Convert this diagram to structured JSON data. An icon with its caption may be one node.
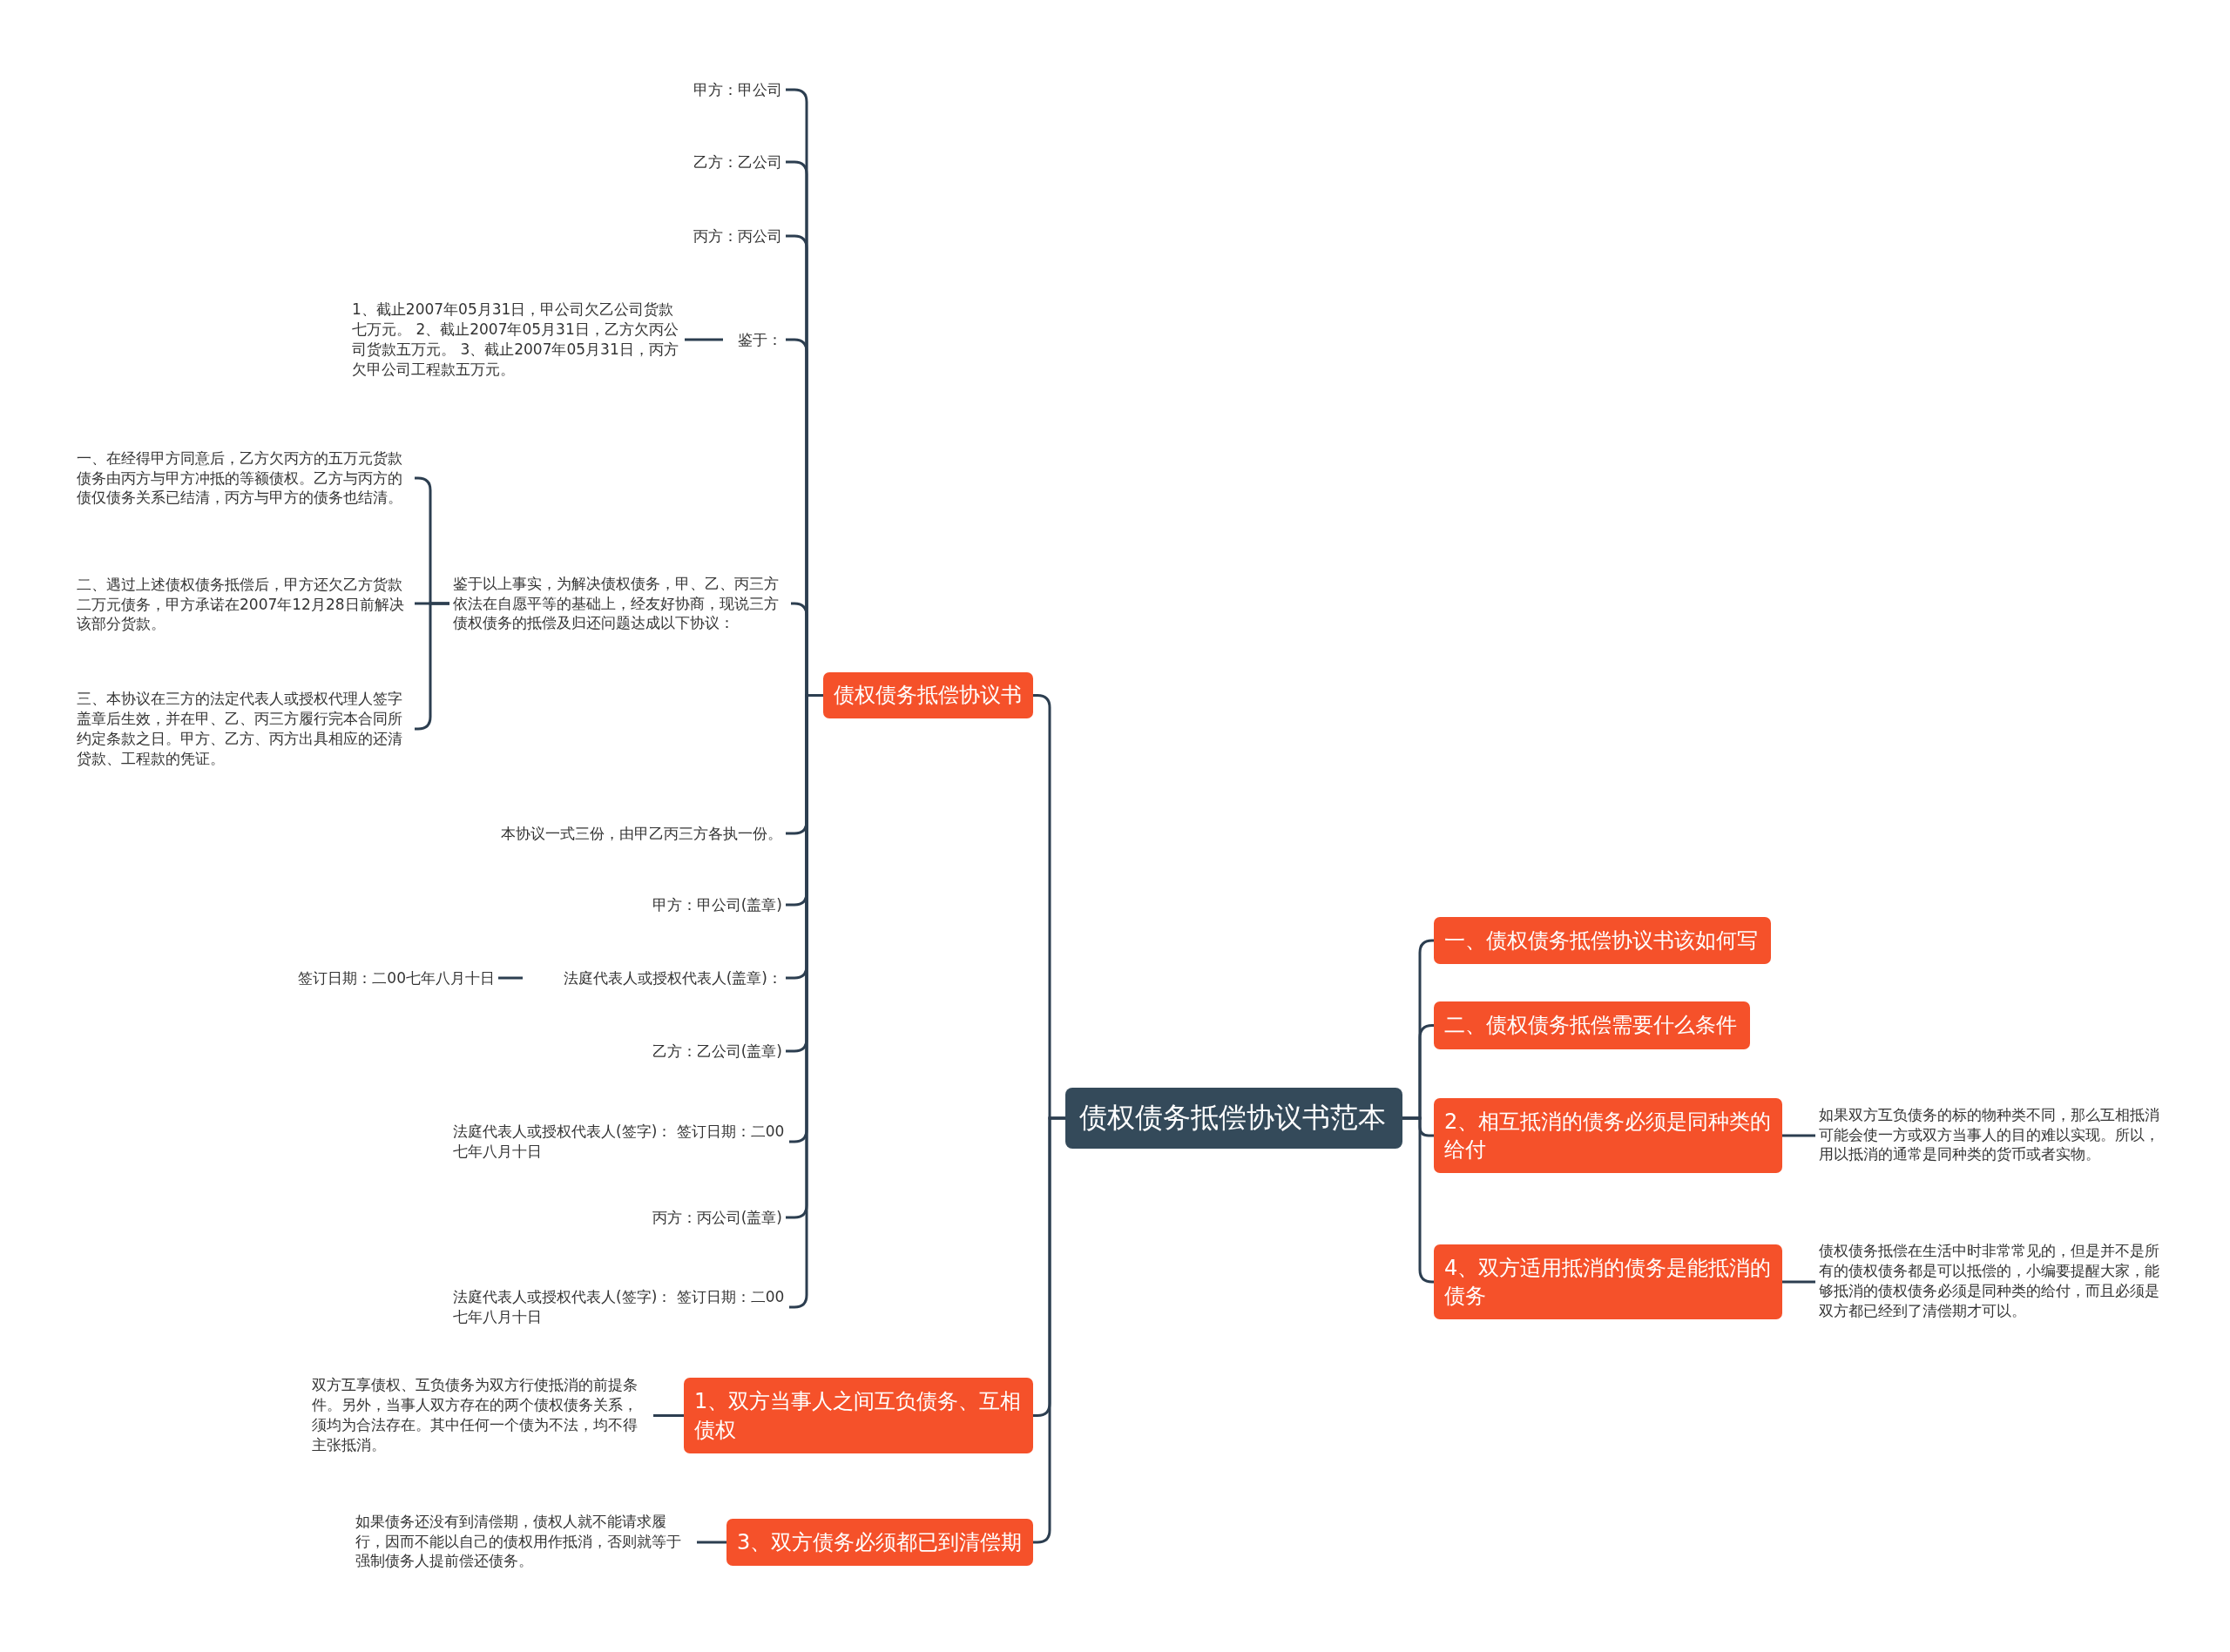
{
  "diagram": {
    "nodes": [
      {
        "text": [
          "债权债务抵偿协议书范本"
        ]
      },
      {
        "text": [
          "债权债务抵偿协议书"
        ]
      },
      {
        "text": [
          "甲方：甲公司"
        ]
      },
      {
        "text": [
          "乙方：乙公司"
        ]
      },
      {
        "text": [
          "丙方：丙公司"
        ]
      },
      {
        "text": [
          "鉴于："
        ]
      },
      {
        "text": [
          "1、截止2007年05月31日，甲公司欠乙公司货款七万元。 2、截止2007年05月31日，乙方欠丙公司货款五万元。 3、截止2007年05月31日，丙方欠甲公司工程款五万元。"
        ]
      },
      {
        "text": [
          "鉴于以上事实，为解决债权债务，甲、乙、丙三方依法在自愿平等的基础上，经友好协商，现说三方债权债务的抵偿及归还问题达成以下协议："
        ]
      },
      {
        "text": [
          "一、在经得甲方同意后，乙方欠丙方的五万元货款债务由丙方与甲方冲抵的等额债权。乙方与丙方的债仅债务关系已结清，丙方与甲方的债务也结清。"
        ]
      },
      {
        "text": [
          "二、遇过上述债权债务抵偿后，甲方还欠乙方货款二万元债务，甲方承诺在2007年12月28日前解决该部分货款。"
        ]
      },
      {
        "text": [
          "三、本协议在三方的法定代表人或授权代理人签字盖章后生效，并在甲、乙、丙三方履行完本合同所约定条款之日。甲方、乙方、丙方出具相应的还清贷款、工程款的凭证。"
        ]
      },
      {
        "text": [
          "本协议一式三份，由甲乙丙三方各执一份。"
        ]
      },
      {
        "text": [
          "甲方：甲公司(盖章)"
        ]
      },
      {
        "text": [
          "法庭代表人或授权代表人(盖章)："
        ]
      },
      {
        "text": [
          "签订日期：二00七年八月十日"
        ]
      },
      {
        "text": [
          "乙方：乙公司(盖章)"
        ]
      },
      {
        "text": [
          "法庭代表人或授权代表人(签字)： 签订日期：二00七年八月十日"
        ]
      },
      {
        "text": [
          "丙方：丙公司(盖章)"
        ]
      },
      {
        "text": [
          "法庭代表人或授权代表人(签字)： 签订日期：二00七年八月十日"
        ]
      },
      {
        "text": [
          "1、双方当事人之间互负债务、互相债权"
        ]
      },
      {
        "text": [
          "双方互享债权、互负债务为双方行使抵消的前提条件。另外，当事人双方存在的两个债权债务关系，须均为合法存在。其中任何一个债为不法，均不得主张抵消。"
        ]
      },
      {
        "text": [
          "3、双方债务必须都已到清偿期"
        ]
      },
      {
        "text": [
          "如果债务还没有到清偿期，债权人就不能请求履行，因而不能以自己的债权用作抵消，否则就等于强制债务人提前偿还债务。"
        ]
      },
      {
        "text": [
          "一、债权债务抵偿协议书该如何写"
        ]
      },
      {
        "text": [
          "二、债权债务抵偿需要什么条件"
        ]
      },
      {
        "text": [
          "2、相互抵消的债务必须是同种类的给付"
        ]
      },
      {
        "text": [
          "如果双方互负债务的标的物种类不同，那么互相抵消可能会使一方或双方当事人的目的难以实现。所以，用以抵消的通常是同种类的货币或者实物。"
        ]
      },
      {
        "text": [
          "4、双方适用抵消的债务是能抵消的债务"
        ]
      },
      {
        "text": [
          "债权债务抵偿在生活中时非常常见的，但是并不是所有的债权债务都是可以抵偿的，小编要提醒大家，能够抵消的债权债务必须是同种类的给付，而且必须是双方都已经到了清偿期才可以。"
        ]
      }
    ],
    "edges": [
      {
        "from": 0,
        "to": 1,
        "arrow": "none"
      },
      {
        "from": 0,
        "to": 19,
        "arrow": "none"
      },
      {
        "from": 0,
        "to": 21,
        "arrow": "none"
      },
      {
        "from": 0,
        "to": 23,
        "arrow": "none"
      },
      {
        "from": 0,
        "to": 24,
        "arrow": "none"
      },
      {
        "from": 0,
        "to": 25,
        "arrow": "none"
      },
      {
        "from": 0,
        "to": 27,
        "arrow": "none"
      },
      {
        "from": 1,
        "to": 2,
        "arrow": "none"
      },
      {
        "from": 1,
        "to": 3,
        "arrow": "none"
      },
      {
        "from": 1,
        "to": 4,
        "arrow": "none"
      },
      {
        "from": 1,
        "to": 5,
        "arrow": "none"
      },
      {
        "from": 1,
        "to": 7,
        "arrow": "none"
      },
      {
        "from": 1,
        "to": 11,
        "arrow": "none"
      },
      {
        "from": 1,
        "to": 12,
        "arrow": "none"
      },
      {
        "from": 1,
        "to": 13,
        "arrow": "none"
      },
      {
        "from": 1,
        "to": 15,
        "arrow": "none"
      },
      {
        "from": 1,
        "to": 16,
        "arrow": "none"
      },
      {
        "from": 1,
        "to": 17,
        "arrow": "none"
      },
      {
        "from": 1,
        "to": 18,
        "arrow": "none"
      },
      {
        "from": 5,
        "to": 6,
        "arrow": "none"
      },
      {
        "from": 7,
        "to": 8,
        "arrow": "none"
      },
      {
        "from": 7,
        "to": 9,
        "arrow": "none"
      },
      {
        "from": 7,
        "to": 10,
        "arrow": "none"
      },
      {
        "from": 13,
        "to": 14,
        "arrow": "none"
      },
      {
        "from": 19,
        "to": 20,
        "arrow": "none"
      },
      {
        "from": 21,
        "to": 22,
        "arrow": "none"
      },
      {
        "from": 25,
        "to": 26,
        "arrow": "none"
      },
      {
        "from": 27,
        "to": 28,
        "arrow": "none"
      }
    ]
  }
}
